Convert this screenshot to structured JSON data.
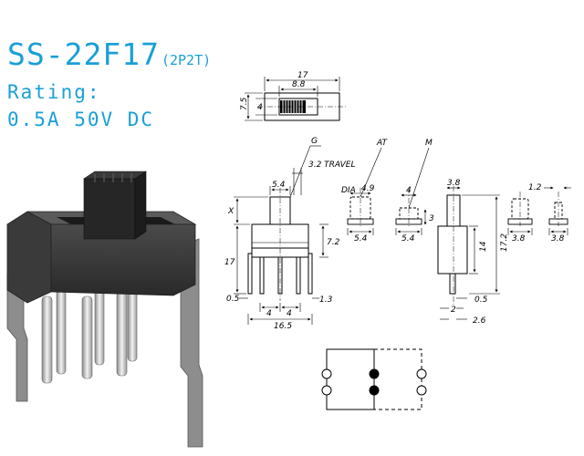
{
  "header": {
    "model": "SS-22F17",
    "config": "(2P2T)",
    "rating_label": "Rating:",
    "rating_value": "0.5A 50V DC"
  },
  "drawing": {
    "labels": {
      "g": "G",
      "at": "AT",
      "m": "M",
      "travel": "3.2 TRAVEL",
      "dia": "DIA"
    },
    "dims": {
      "top_width": "17",
      "slot_width": "8.8",
      "top_height": "7.5",
      "slot_height": "4",
      "actuator_w": "5.4",
      "x_mark": "X",
      "body_height": "17",
      "body_h2": "7.2",
      "pin_w": "0.5",
      "pin_pitch_a": "4",
      "pin_pitch_b": "4",
      "pin_span": "16.5",
      "pin_off": "1.3",
      "at_dia": "4.9",
      "at_base": "5.4",
      "m_top": "4",
      "m_base": "5.4",
      "m_h": "3",
      "side_top": "3.8",
      "side_h1": "14",
      "side_h2": "17.2",
      "side_pin": "0.5",
      "side_off": "2",
      "side_len": "2.6",
      "r_top": "1.2",
      "r_base_a": "3.8",
      "r_base_b": "3.8"
    }
  }
}
